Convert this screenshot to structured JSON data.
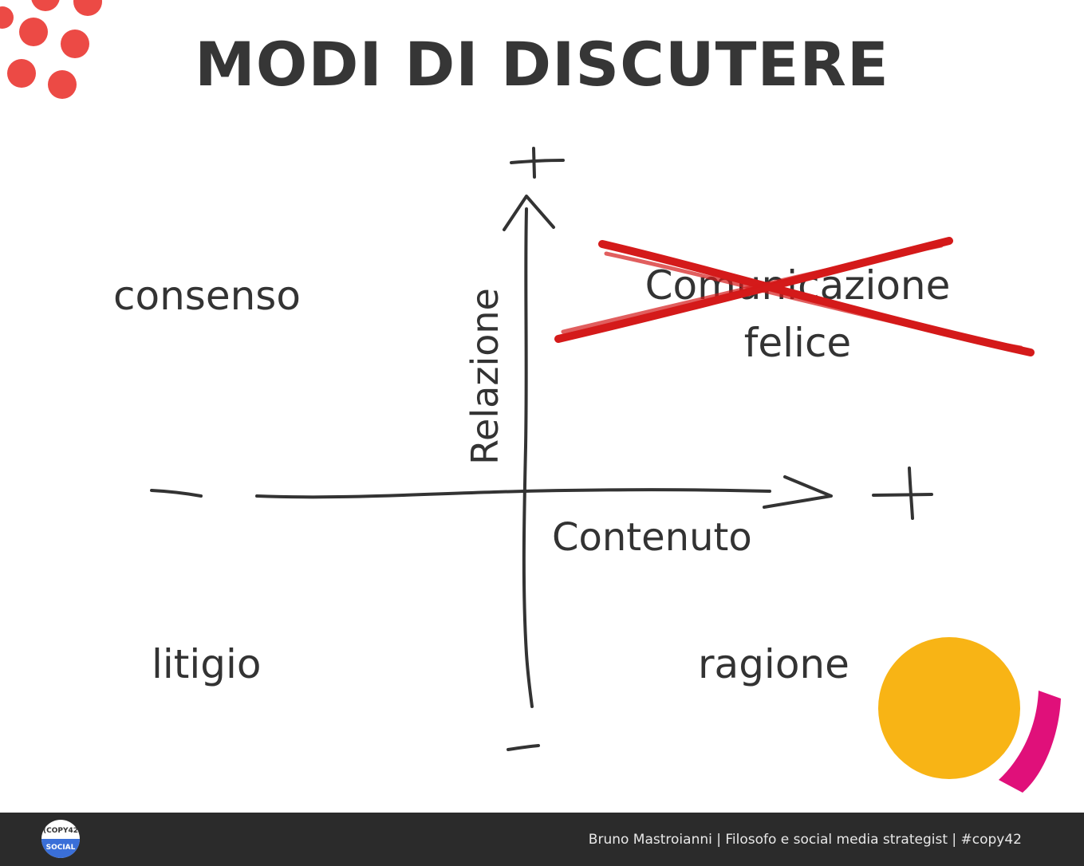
{
  "slide": {
    "title": "MODI DI DISCUTERE",
    "quadrants": {
      "top_left": "consenso",
      "top_right_line1": "Comunicazione",
      "top_right_line2": "felice",
      "bottom_left": "litigio",
      "bottom_right": "ragione"
    },
    "axes": {
      "vertical": "Relazione",
      "horizontal": "Contenuto"
    }
  },
  "footer": {
    "text": "Bruno Mastroianni | Filosofo e social media strategist | #copy42",
    "logo_top": "(COPY42",
    "logo_bottom": "SOCIAL"
  },
  "colors": {
    "dots": "#ec4a45",
    "cross": "#d41a1a",
    "yellow": "#f8b415",
    "magenta": "#e0107a",
    "ink": "#333333",
    "footer_bg": "#2b2b2b"
  }
}
